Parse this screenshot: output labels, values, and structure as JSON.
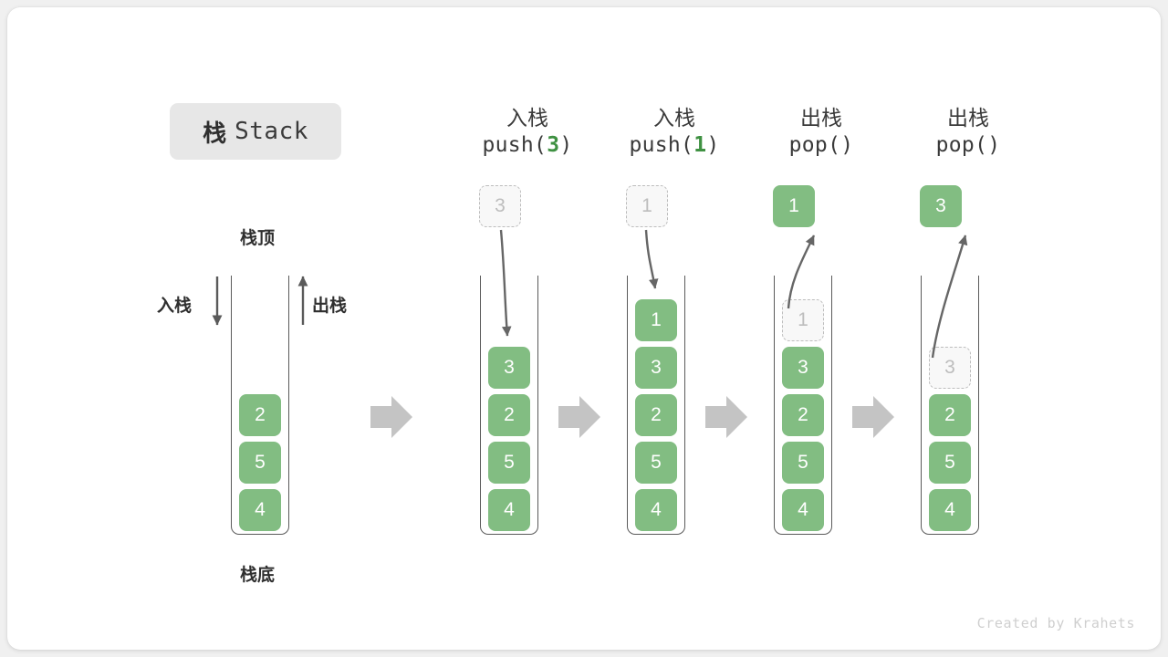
{
  "title": {
    "zh": "栈",
    "en": "Stack"
  },
  "labels": {
    "top": "栈顶",
    "bottom": "栈底",
    "push_side": "入栈",
    "pop_side": "出栈"
  },
  "watermark": "Created by Krahets",
  "colors": {
    "element_green": "#82bd82",
    "accent_green": "#3f9142",
    "ghost_gray": "#bdbdbd",
    "frame_gray": "#5a5a5a",
    "arrow_gray": "#c4c4c4",
    "chip_gray": "#e7e7e7"
  },
  "columns": [
    {
      "id": "initial",
      "header_line1": "",
      "header_line2": "",
      "header_arg": "",
      "stack": [
        "2",
        "5",
        "4"
      ],
      "ghost_in_stack": null,
      "floating": null,
      "floating_kind": null
    },
    {
      "id": "push-3",
      "header_line1": "入栈",
      "header_line2_prefix": "push(",
      "header_arg": "3",
      "header_line2_suffix": ")",
      "stack": [
        "3",
        "2",
        "5",
        "4"
      ],
      "ghost_in_stack": null,
      "floating": "3",
      "floating_kind": "ghost"
    },
    {
      "id": "push-1",
      "header_line1": "入栈",
      "header_line2_prefix": "push(",
      "header_arg": "1",
      "header_line2_suffix": ")",
      "stack": [
        "1",
        "3",
        "2",
        "5",
        "4"
      ],
      "ghost_in_stack": null,
      "floating": "1",
      "floating_kind": "ghost"
    },
    {
      "id": "pop-1",
      "header_line1": "出栈",
      "header_line2_prefix": "pop(",
      "header_arg": "",
      "header_line2_suffix": ")",
      "stack": [
        "3",
        "2",
        "5",
        "4"
      ],
      "ghost_in_stack": "1",
      "floating": "1",
      "floating_kind": "filled"
    },
    {
      "id": "pop-3",
      "header_line1": "出栈",
      "header_line2_prefix": "pop(",
      "header_arg": "",
      "header_line2_suffix": ")",
      "stack": [
        "2",
        "5",
        "4"
      ],
      "ghost_in_stack": "3",
      "floating": "3",
      "floating_kind": "filled"
    }
  ],
  "transitions": [
    "step-arrow",
    "step-arrow",
    "step-arrow",
    "step-arrow"
  ]
}
